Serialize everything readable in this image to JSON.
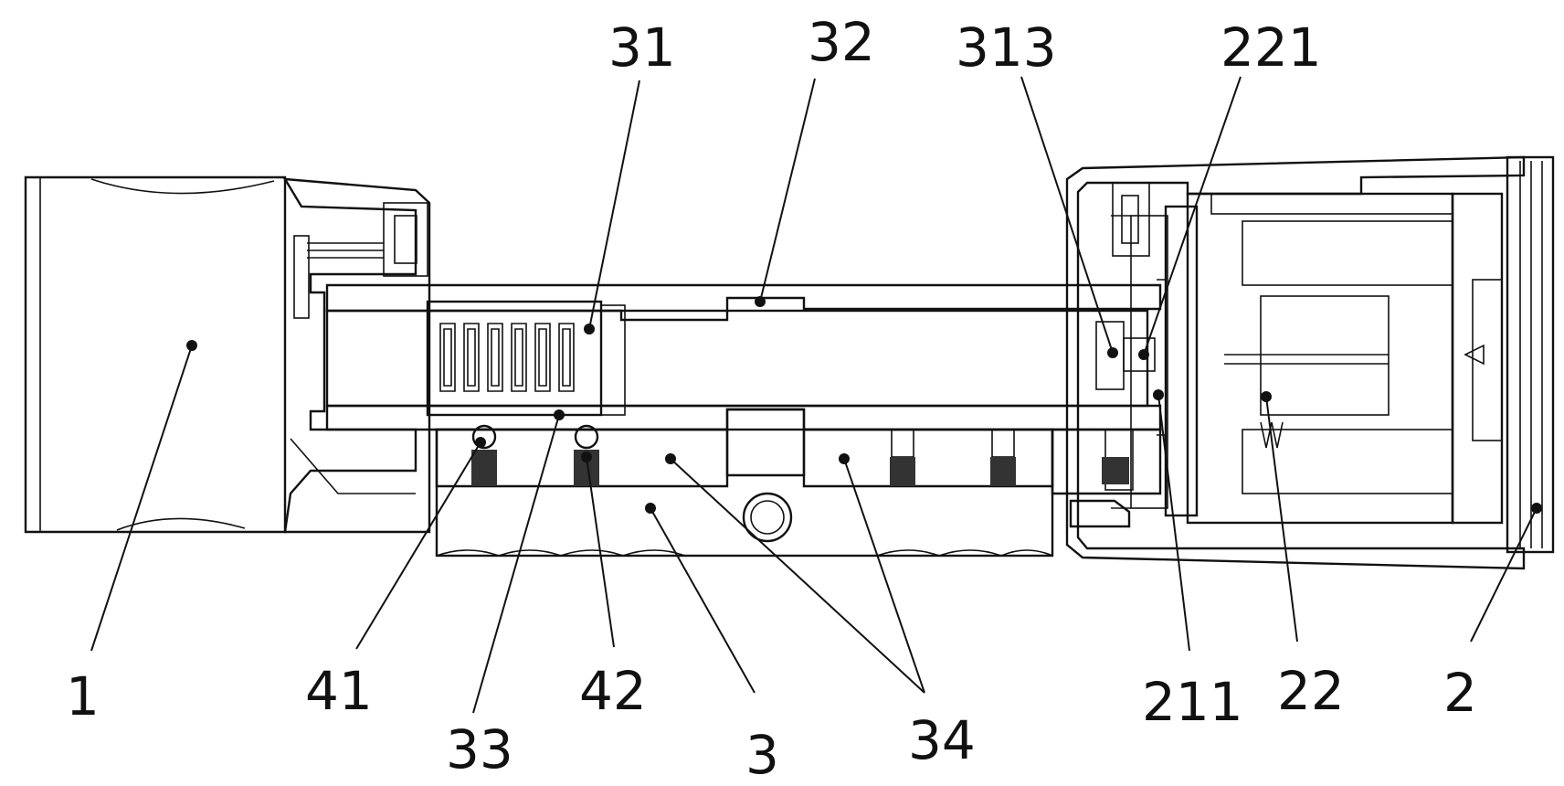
{
  "diagram": {
    "labels": {
      "l1": "1",
      "l2": "2",
      "l3": "3",
      "l22": "22",
      "l31": "31",
      "l32": "32",
      "l33": "33",
      "l34": "34",
      "l41": "41",
      "l42": "42",
      "l211": "211",
      "l221": "221",
      "l313": "313"
    }
  }
}
